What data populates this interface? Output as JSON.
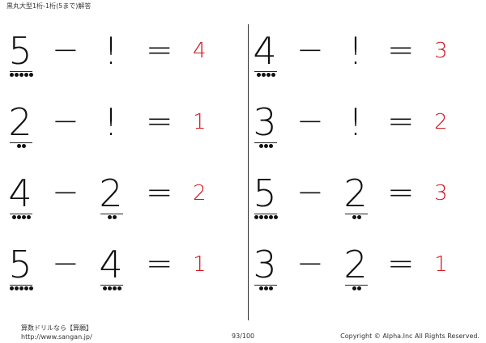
{
  "header": {
    "title": "黒丸大型1桁-1桁(5まで)解答"
  },
  "operators": {
    "minus": "−",
    "equals": "="
  },
  "problems": {
    "p0": {
      "a": "5",
      "a_dots": 5,
      "b": "!",
      "b_dots": 0,
      "answer": "4"
    },
    "p1": {
      "a": "4",
      "a_dots": 4,
      "b": "!",
      "b_dots": 0,
      "answer": "3"
    },
    "p2": {
      "a": "2",
      "a_dots": 2,
      "b": "!",
      "b_dots": 0,
      "answer": "1"
    },
    "p3": {
      "a": "3",
      "a_dots": 3,
      "b": "!",
      "b_dots": 0,
      "answer": "2"
    },
    "p4": {
      "a": "4",
      "a_dots": 4,
      "b": "2",
      "b_dots": 2,
      "answer": "2"
    },
    "p5": {
      "a": "5",
      "a_dots": 5,
      "b": "2",
      "b_dots": 2,
      "answer": "3"
    },
    "p6": {
      "a": "5",
      "a_dots": 5,
      "b": "4",
      "b_dots": 4,
      "answer": "1"
    },
    "p7": {
      "a": "3",
      "a_dots": 3,
      "b": "2",
      "b_dots": 2,
      "answer": "1"
    }
  },
  "colors": {
    "answer": "#d0151e",
    "digit": "#111111"
  },
  "footer": {
    "site_name": "算数ドリルなら【算願】",
    "url": "http://www.sangan.jp/",
    "page": "93/100",
    "copyright": "Copyright © Alpha.Inc All Rights Reserved."
  }
}
